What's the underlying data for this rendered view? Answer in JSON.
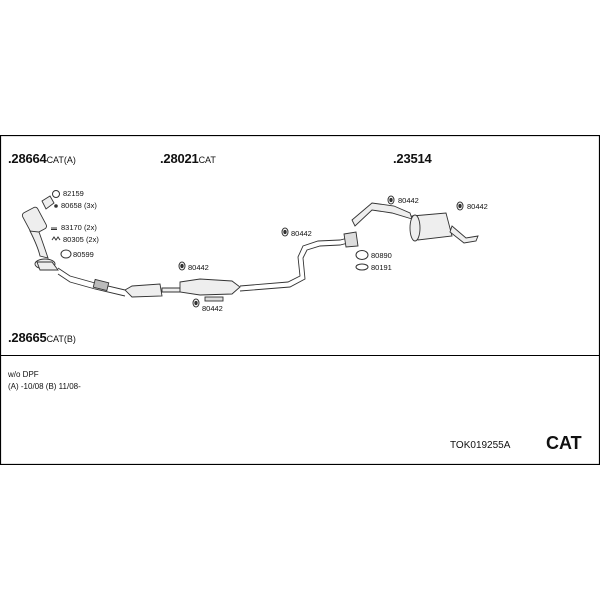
{
  "parts": {
    "front_cat_a": {
      "number": ".28664",
      "suffix": "CAT(A)"
    },
    "front_cat_b": {
      "number": ".28665",
      "suffix": "CAT(B)"
    },
    "middle_cat": {
      "number": ".28021",
      "suffix": "CAT"
    },
    "rear_muffler": {
      "number": ".23514"
    }
  },
  "small_parts": {
    "p82159": "82159",
    "p80658": "80658 (3x)",
    "p83170": "83170 (2x)",
    "p80305": "80305 (2x)",
    "p80599": "80599",
    "p80442_mid_top": "80442",
    "p80442_mid_bottom": "80442",
    "p80442_pipe": "80442",
    "p80442_rear_left": "80442",
    "p80442_rear_right": "80442",
    "p80890": "80890",
    "p80191": "80191"
  },
  "notes": {
    "line1": "w/o DPF",
    "line2": "(A) -10/08 (B) 11/08-"
  },
  "footer": {
    "code": "TOK019255A",
    "brand": "CAT"
  },
  "colors": {
    "frame": "#000000",
    "pipe_fill": "#eeeeee",
    "pipe_stroke": "#333333"
  }
}
